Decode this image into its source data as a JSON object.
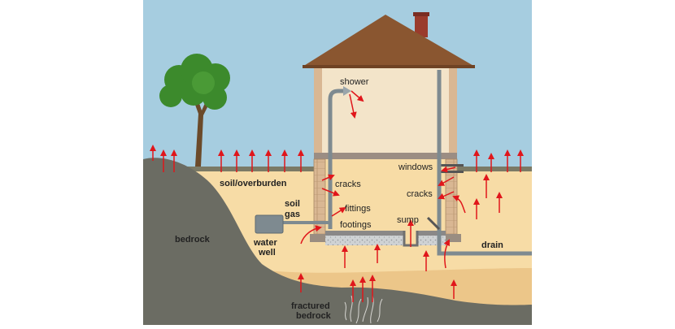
{
  "labels": {
    "shower": "shower",
    "windows": "windows",
    "cracks_left": "cracks",
    "cracks_right": "cracks",
    "fittings": "fittings",
    "footings": "footings",
    "sump": "sump",
    "drain": "drain",
    "soil_overburden": "soil/overburden",
    "soil_gas_line1": "soil",
    "soil_gas_line2": "gas",
    "water_well_line1": "water",
    "water_well_line2": "well",
    "bedrock": "bedrock",
    "fractured_bedrock_line1": "fractured",
    "fractured_bedrock_line2": "bedrock"
  },
  "colors": {
    "sky": "#a6cde0",
    "soil_light": "#f7dca6",
    "soil_band": "#ecc689",
    "bedrock": "#6b6c63",
    "roof": "#8a5630",
    "house_wall": "#f3e4c9",
    "foundation": "#d9b793",
    "gravel": "#cfd2d4",
    "pipe": "#7e8a90",
    "arrow": "#e0161b",
    "tree_leaves": "#3c8a2c",
    "tree_trunk": "#6b4a2a"
  }
}
